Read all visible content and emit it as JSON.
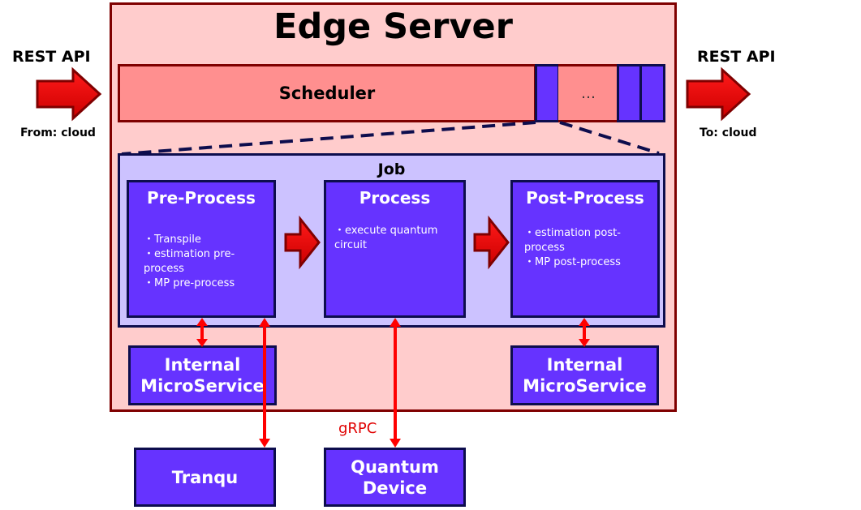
{
  "edge_server": {
    "title": "Edge Server"
  },
  "scheduler": {
    "label": "Scheduler",
    "queue_ellipsis": "…"
  },
  "rest_in": {
    "label": "REST API",
    "source": "From: cloud"
  },
  "rest_out": {
    "label": "REST API",
    "target": "To: cloud"
  },
  "job": {
    "label": "Job",
    "stages": [
      {
        "title": "Pre-Process",
        "items": [
          "・Transpile",
          "・estimation pre-process",
          "・MP pre-process"
        ]
      },
      {
        "title": "Process",
        "items": [
          "・execute quantum circuit"
        ]
      },
      {
        "title": "Post-Process",
        "items": [
          "・estimation post-process",
          "・MP post-process"
        ]
      }
    ]
  },
  "services": {
    "internal_left": "Internal MicroService",
    "internal_right": "Internal MicroService",
    "tranqu": "Tranqu",
    "quantum_device": "Quantum Device"
  },
  "connections": {
    "grpc_label": "gRPC"
  },
  "colors": {
    "edge_server_fill": "#ffcccc",
    "edge_server_border": "#7f0000",
    "scheduler_fill": "#ff8f8f",
    "job_fill": "#ccc2ff",
    "block_fill": "#6633ff",
    "block_border": "#0d0d4d",
    "arrow_red": "#ff0000",
    "grpc_text": "#e00000"
  }
}
